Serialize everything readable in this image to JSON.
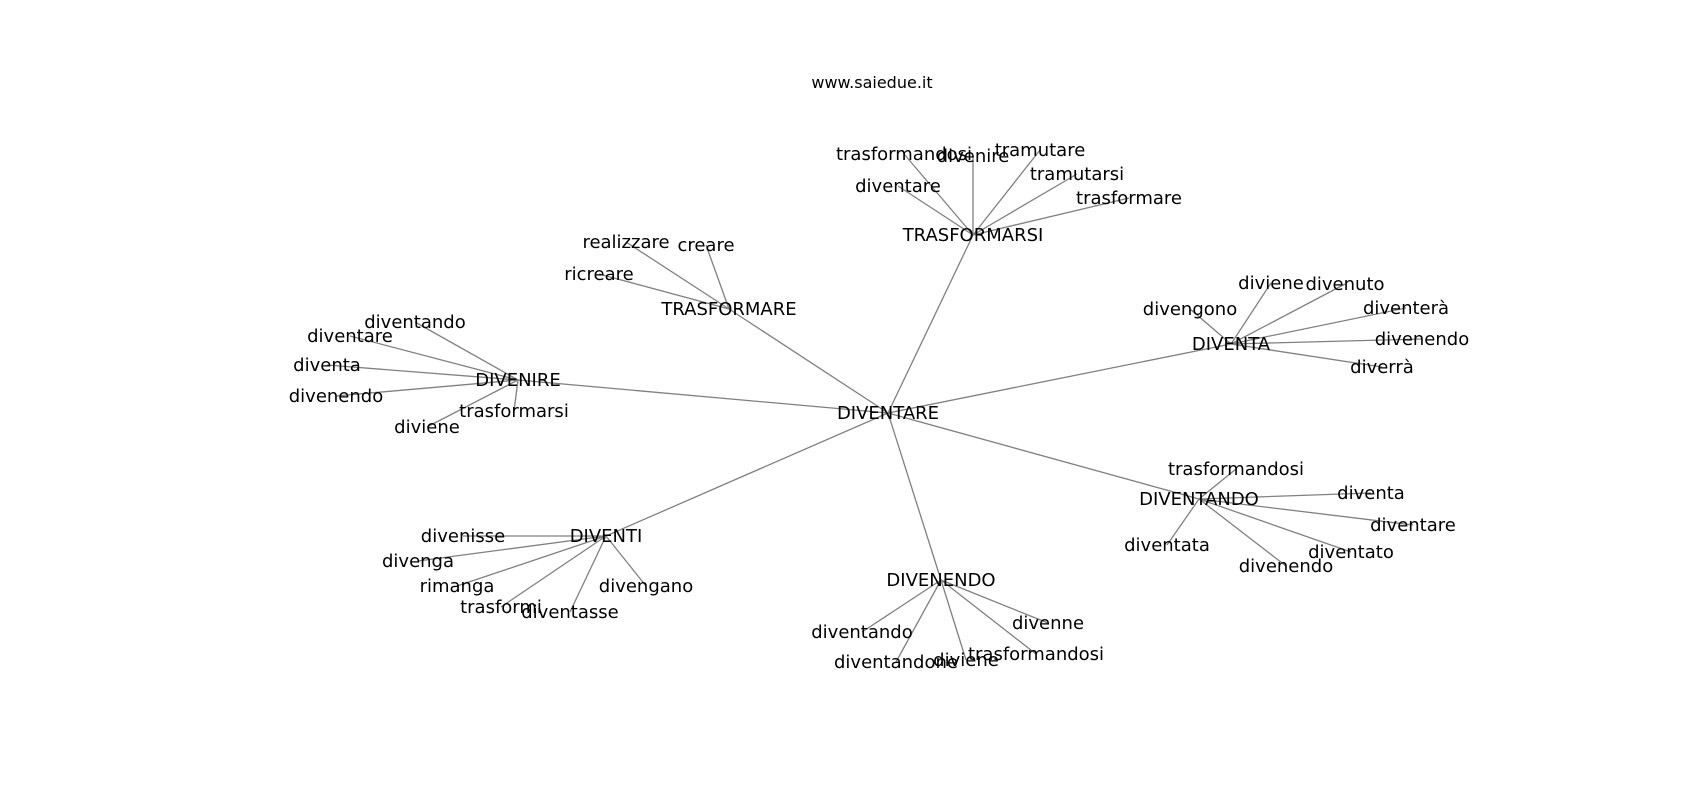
{
  "site": "www.saiedue.it",
  "graph": {
    "center": "DIVENTARE",
    "groups": [
      {
        "hub": "TRASFORMARSI",
        "words": [
          "trasformandosi",
          "divenire",
          "tramutare",
          "tramutarsi",
          "trasformare",
          "diventare"
        ]
      },
      {
        "hub": "TRASFORMARE",
        "words": [
          "realizzare",
          "creare",
          "ricreare"
        ]
      },
      {
        "hub": "DIVENIRE",
        "words": [
          "diventando",
          "diventare",
          "diventa",
          "divenendo",
          "trasformarsi",
          "diviene"
        ]
      },
      {
        "hub": "DIVENTA",
        "words": [
          "diviene",
          "divenuto",
          "divengono",
          "diventerà",
          "divenendo",
          "diverrà"
        ]
      },
      {
        "hub": "DIVENTANDO",
        "words": [
          "trasformandosi",
          "diventa",
          "diventare",
          "diventato",
          "divenendo",
          "diventata"
        ]
      },
      {
        "hub": "DIVENENDO",
        "words": [
          "diventando",
          "diventandone",
          "diviene",
          "trasformandosi",
          "divenne"
        ]
      },
      {
        "hub": "DIVENTI",
        "words": [
          "divenisse",
          "divenga",
          "rimanga",
          "trasformi",
          "diventasse",
          "divengano"
        ]
      }
    ]
  }
}
